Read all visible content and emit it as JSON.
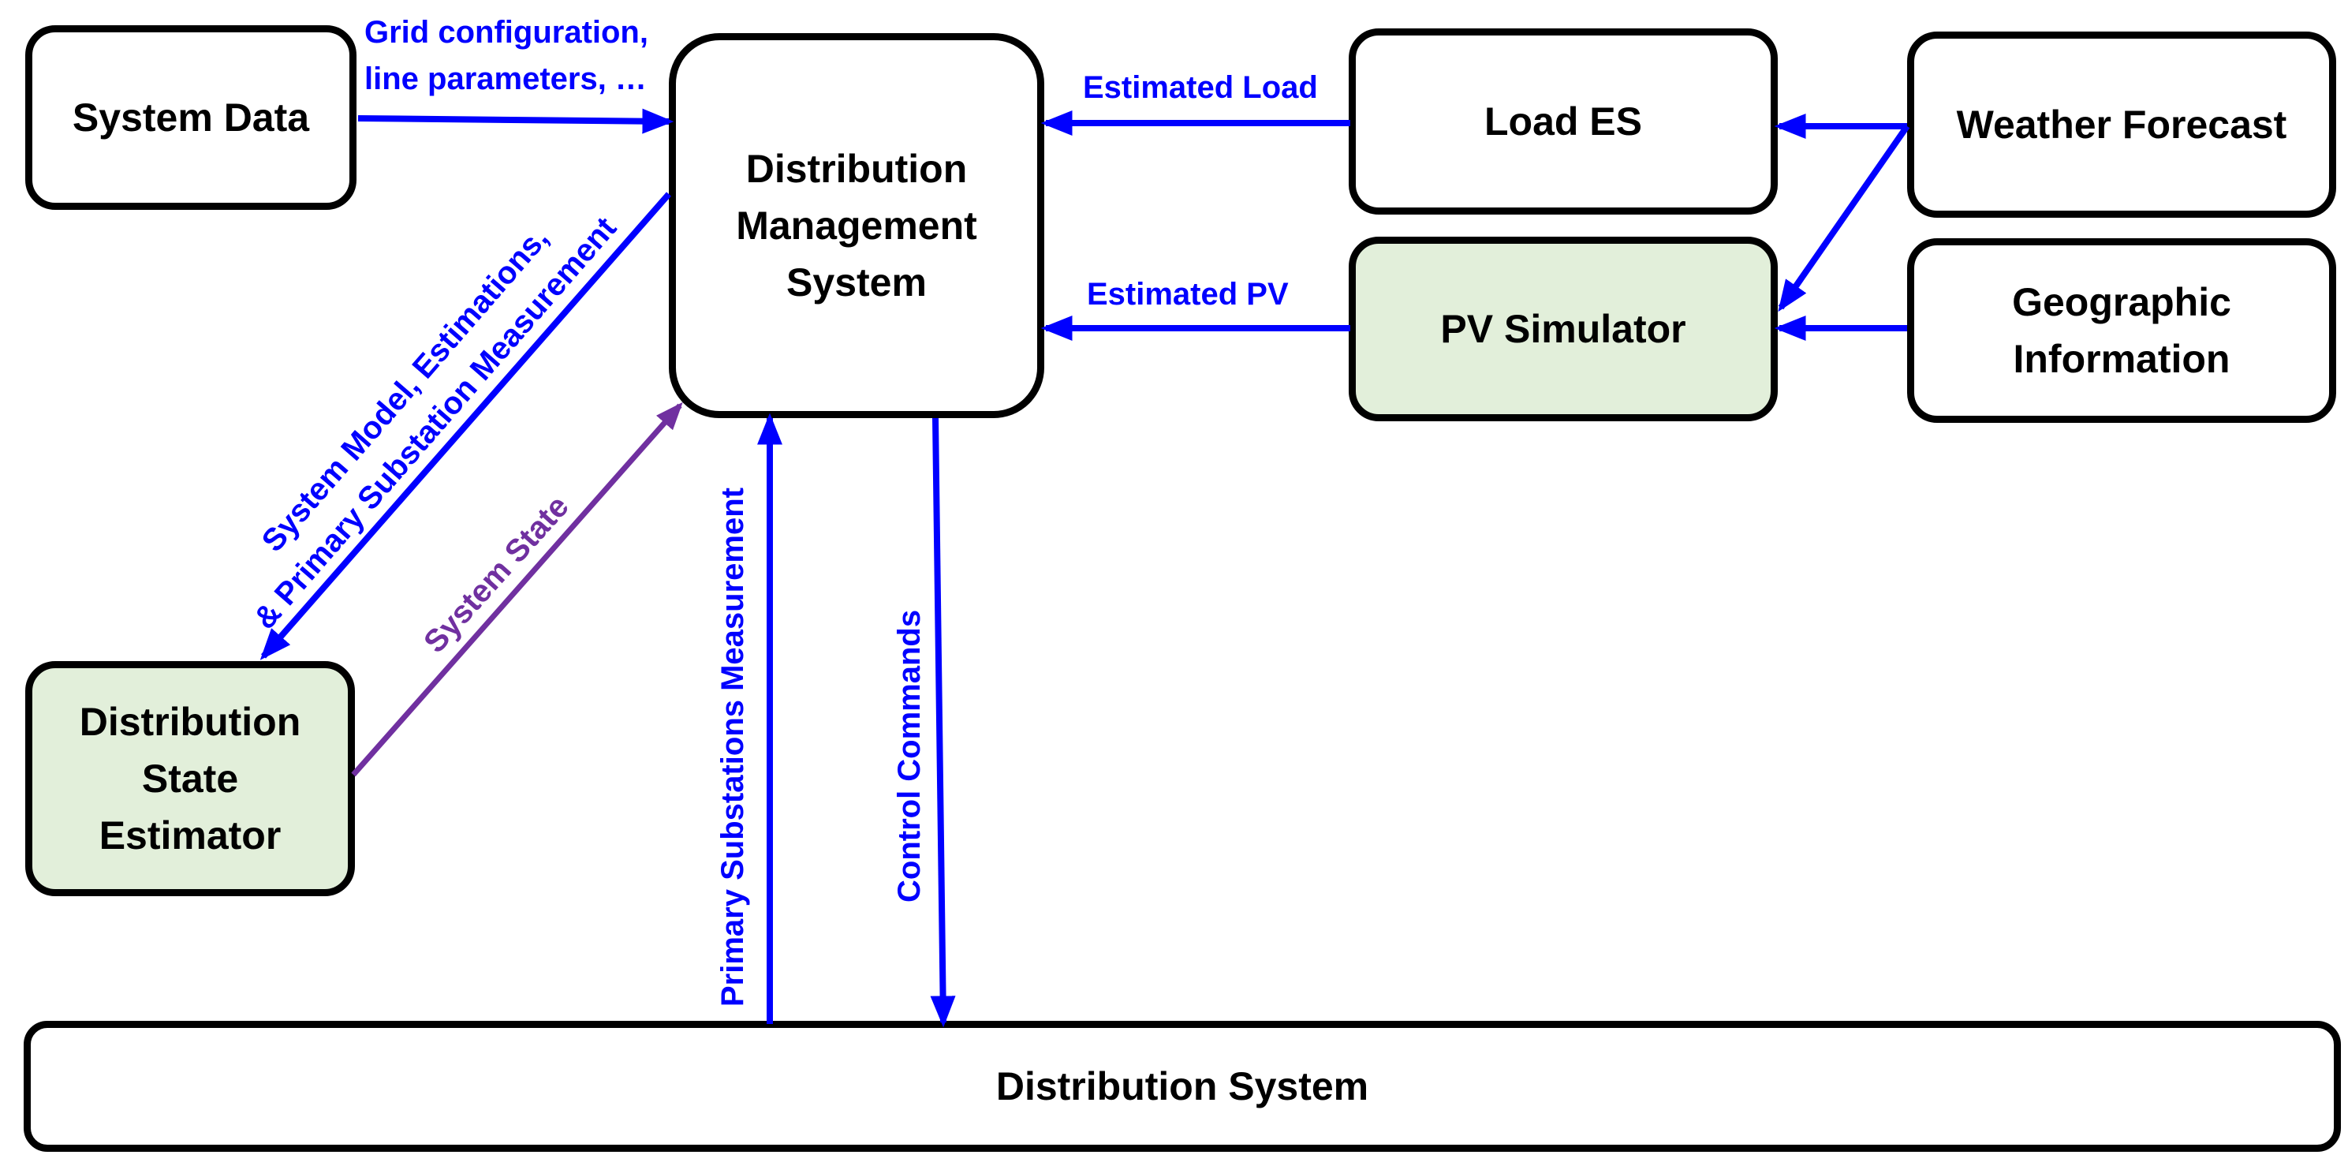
{
  "colors": {
    "arrow_blue": "#0000ff",
    "arrow_purple": "#7030a0",
    "box_green": "#e2efda",
    "box_white": "#ffffff",
    "border": "#000000"
  },
  "boxes": {
    "system_data": "System Data",
    "dms": [
      "Distribution",
      "Management",
      "System"
    ],
    "load_es": "Load ES",
    "weather_forecast": "Weather Forecast",
    "pv_simulator": "PV Simulator",
    "geographic_info": [
      "Geographic",
      "Information"
    ],
    "state_estimator": [
      "Distribution",
      "State",
      "Estimator"
    ],
    "distribution_system": "Distribution System"
  },
  "labels": {
    "grid_config_1": "Grid configuration,",
    "grid_config_2": "line parameters, …",
    "estimated_load": "Estimated Load",
    "estimated_pv": "Estimated PV",
    "system_model_1": "System Model, Estimations,",
    "system_model_2": "& Primary Substation Measurement",
    "system_state": "System State",
    "primary_substations": "Primary Substations Measurement",
    "control_commands": "Control Commands"
  }
}
